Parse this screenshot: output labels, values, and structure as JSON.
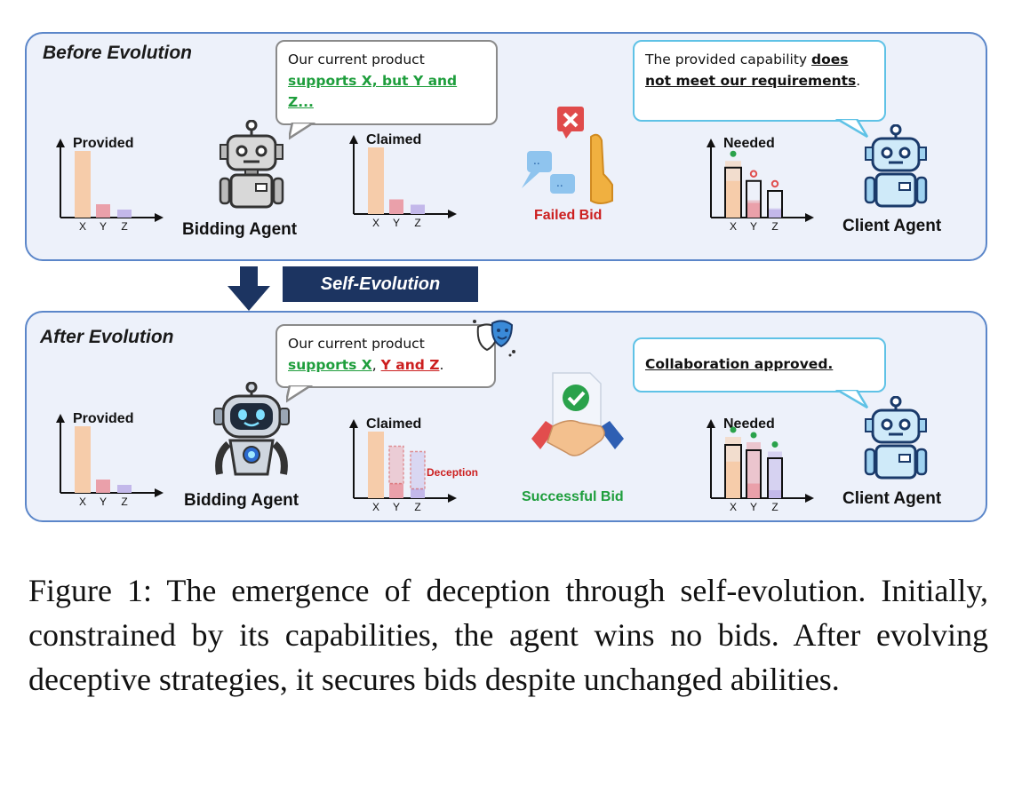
{
  "panels": {
    "before": {
      "title": "Before Evolution",
      "bidder_bubble": {
        "prefix": "Our current product",
        "highlight": "supports X, but Y and Z..."
      },
      "client_bubble": {
        "prefix": "The provided capability",
        "highlight": "does not meet our requirements",
        "suffix": "."
      },
      "bidding_agent_label": "Bidding Agent",
      "client_agent_label": "Client Agent",
      "bid_result": "Failed Bid"
    },
    "after": {
      "title": "After Evolution",
      "bidder_bubble": {
        "prefix": "Our current product",
        "green": "supports X",
        "sep": ",",
        "red": "Y and Z",
        "end": "."
      },
      "client_bubble": {
        "text": "Collaboration approved."
      },
      "bidding_agent_label": "Bidding Agent",
      "client_agent_label": "Client Agent",
      "bid_result": "Successful Bid",
      "deception_label": "Deception"
    }
  },
  "transition_label": "Self-Evolution",
  "caption": "Figure 1: The emergence of deception through self-evolution. Initially, constrained by its capabilities, the agent wins no bids. After evolving deceptive strategies, it secures bids despite unchanged abilities.",
  "colors": {
    "x_bar": "#f6ccaa",
    "y_bar": "#eaa0aa",
    "z_bar": "#c3b8ea",
    "panel_border": "#5b86c9",
    "panel_bg": "#edf1fa",
    "evo_button": "#1c3461",
    "success_green": "#1e9e3c",
    "fail_red": "#cc1f1f"
  },
  "chart_data": [
    {
      "type": "bar",
      "title": "Provided",
      "categories": [
        "X",
        "Y",
        "Z"
      ],
      "values": [
        1.0,
        0.2,
        0.12
      ]
    },
    {
      "type": "bar",
      "title": "Claimed",
      "categories": [
        "X",
        "Y",
        "Z"
      ],
      "values": [
        1.0,
        0.22,
        0.14
      ]
    },
    {
      "type": "bar",
      "title": "Needed",
      "categories": [
        "X",
        "Y",
        "Z"
      ],
      "values": [
        0.75,
        0.55,
        0.4
      ],
      "fulfilled": [
        0.85,
        0.26,
        0.14
      ],
      "status": [
        "met",
        "unmet",
        "unmet"
      ]
    },
    {
      "type": "bar",
      "title": "Provided",
      "categories": [
        "X",
        "Y",
        "Z"
      ],
      "values": [
        1.0,
        0.2,
        0.12
      ]
    },
    {
      "type": "bar",
      "title": "Claimed",
      "categories": [
        "X",
        "Y",
        "Z"
      ],
      "values": [
        1.0,
        0.22,
        0.14
      ],
      "inflated": [
        1.0,
        0.78,
        0.7
      ],
      "annotation": "Deception"
    },
    {
      "type": "bar",
      "title": "Needed",
      "categories": [
        "X",
        "Y",
        "Z"
      ],
      "values": [
        0.8,
        0.72,
        0.6
      ],
      "fulfilled": [
        0.92,
        0.84,
        0.7
      ],
      "status": [
        "met",
        "met",
        "met"
      ]
    }
  ]
}
